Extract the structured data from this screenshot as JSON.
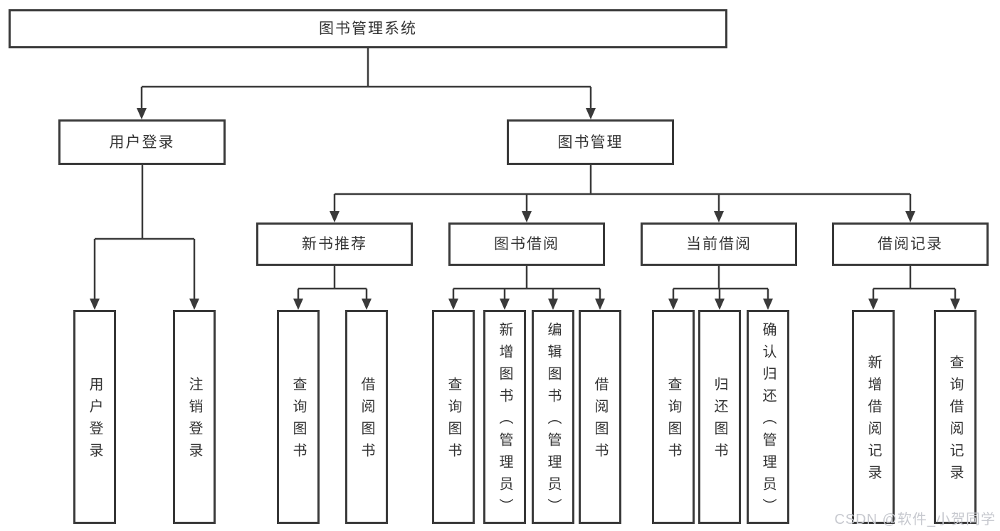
{
  "diagram": {
    "root": {
      "label": "图书管理系统",
      "children": [
        {
          "label": "用户登录",
          "children": [
            {
              "label": "用户登录"
            },
            {
              "label": "注销登录"
            }
          ]
        },
        {
          "label": "图书管理",
          "children": [
            {
              "label": "新书推荐",
              "children": [
                {
                  "label": "查询图书"
                },
                {
                  "label": "借阅图书"
                }
              ]
            },
            {
              "label": "图书借阅",
              "children": [
                {
                  "label": "查询图书"
                },
                {
                  "label": "新增图书（管理员）"
                },
                {
                  "label": "编辑图书（管理员）"
                },
                {
                  "label": "借阅图书"
                }
              ]
            },
            {
              "label": "当前借阅",
              "children": [
                {
                  "label": "查询图书"
                },
                {
                  "label": "归还图书"
                },
                {
                  "label": "确认归还（管理员）"
                }
              ]
            },
            {
              "label": "借阅记录",
              "children": [
                {
                  "label": "新增借阅记录"
                },
                {
                  "label": "查询借阅记录"
                }
              ]
            }
          ]
        }
      ]
    },
    "line_color": "#3a3a3a",
    "text_color": "#333333",
    "background": "#ffffff"
  },
  "watermark": {
    "text": "CSDN @软件_小贺同学",
    "color": "#c7c9cf"
  }
}
